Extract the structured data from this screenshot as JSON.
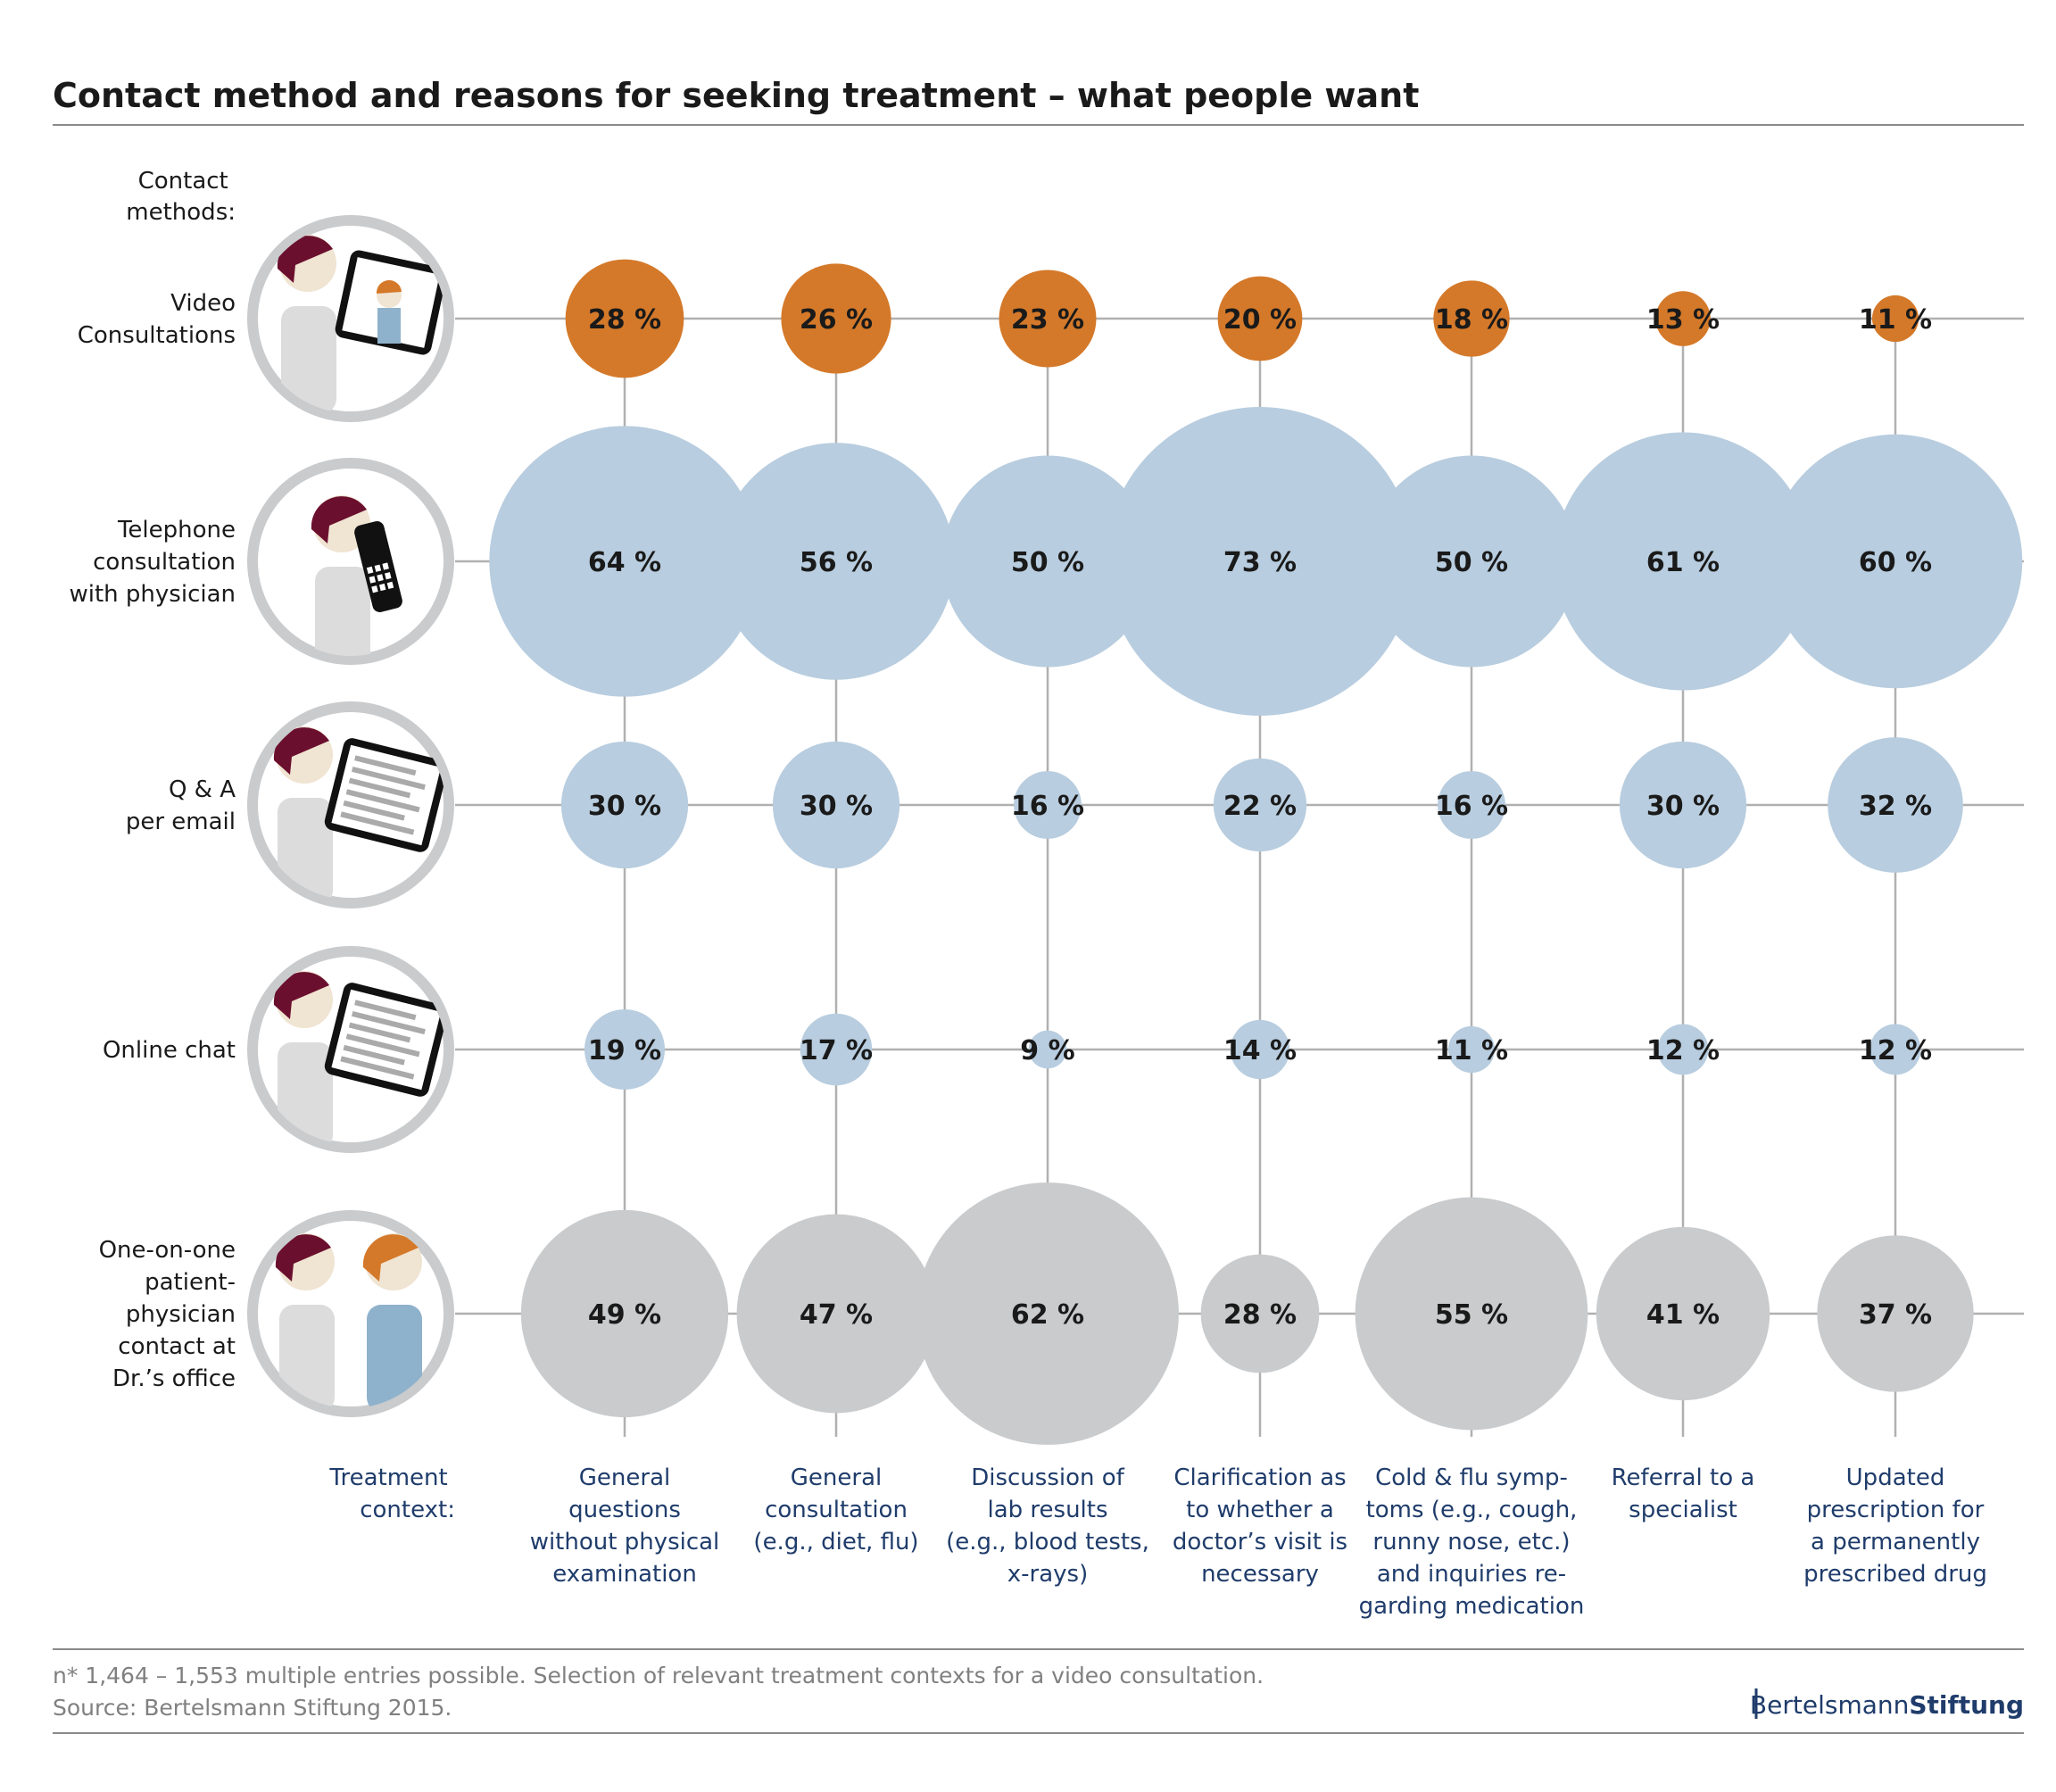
{
  "title": "Contact method and reasons for seeking treatment – what people want",
  "row_header": [
    "Contact",
    "methods:"
  ],
  "col_header": [
    "Treatment",
    "context:"
  ],
  "footnote": "n* 1,464 – 1,553 multiple entries possible. Selection of relevant treatment contexts for a video consultation.",
  "source": "Source: Bertelsmann Stiftung 2015.",
  "logo": {
    "part1": "Bertelsmann",
    "part2": "Stiftung"
  },
  "colors": {
    "video": "#d4792a",
    "telephone": "#b8cddf",
    "email": "#b8cddf",
    "chat": "#b8cddf",
    "office": "#c9cbcd",
    "gridline": "#b0b0b0",
    "icon_ring": "#c9cbcd"
  },
  "icons": [
    "video-consultation-icon",
    "telephone-consultation-icon",
    "email-qa-icon",
    "online-chat-icon",
    "office-visit-icon"
  ],
  "chart_data": {
    "type": "bubble-matrix",
    "unit": "%",
    "rows": [
      {
        "key": "video",
        "label": [
          "Video",
          "Consultations"
        ],
        "values": [
          28,
          26,
          23,
          20,
          18,
          13,
          11
        ]
      },
      {
        "key": "telephone",
        "label": [
          "Telephone",
          "consultation",
          "with physician"
        ],
        "values": [
          64,
          56,
          50,
          73,
          50,
          61,
          60
        ]
      },
      {
        "key": "email",
        "label": [
          "Q & A",
          "per email"
        ],
        "values": [
          30,
          30,
          16,
          22,
          16,
          30,
          32
        ]
      },
      {
        "key": "chat",
        "label": [
          "Online chat"
        ],
        "values": [
          19,
          17,
          9,
          14,
          11,
          12,
          12
        ]
      },
      {
        "key": "office",
        "label": [
          "One-on-one",
          "patient-",
          "physician",
          "contact at",
          "Dr.’s office"
        ],
        "values": [
          49,
          47,
          62,
          28,
          55,
          41,
          37
        ]
      }
    ],
    "columns": [
      [
        "General",
        "questions",
        "without physical",
        "examination"
      ],
      [
        "General",
        "consultation",
        "(e.g., diet, flu)"
      ],
      [
        "Discussion of",
        "lab results",
        "(e.g., blood tests,",
        "x-rays)"
      ],
      [
        "Clarification as",
        "to whether a",
        "doctor’s visit is",
        "necessary"
      ],
      [
        "Cold & flu symp-",
        "toms (e.g., cough,",
        "runny nose, etc.)",
        "and inquiries re-",
        "garding medication"
      ],
      [
        "Referral to a",
        "specialist"
      ],
      [
        "Updated",
        "prescription for",
        "a permanently",
        "prescribed drug"
      ]
    ]
  }
}
